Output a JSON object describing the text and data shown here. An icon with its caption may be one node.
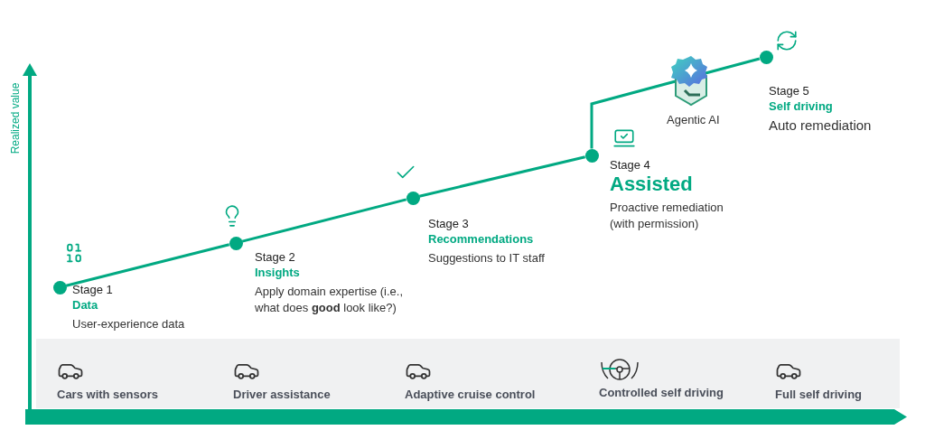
{
  "diagram": {
    "nodes": [
      {
        "text": [],
        "shape": "circle",
        "beside": [
          "Stage 1",
          "Data",
          "User-experience data"
        ]
      },
      {
        "text": [],
        "shape": "circle",
        "beside": [
          "Stage 2",
          "Insights",
          "Apply domain expertise (i.e., what does **good** look like?)"
        ]
      },
      {
        "text": [],
        "shape": "circle",
        "beside": [
          "Stage 3",
          "Recommendations",
          "Suggestions to IT staff"
        ]
      },
      {
        "text": [],
        "shape": "circle",
        "beside": [
          "Stage 4",
          "Assisted",
          "Proactive remediation (with permission)"
        ]
      },
      {
        "text": [],
        "shape": "circle",
        "beside": [
          "Stage 5",
          "Self driving",
          "Auto remediation"
        ]
      }
    ],
    "edges": [
      {
        "from": 0,
        "to": 1,
        "arrow": "none"
      },
      {
        "from": 1,
        "to": 2,
        "arrow": "none"
      },
      {
        "from": 2,
        "to": 3,
        "arrow": "none"
      },
      {
        "from": 3,
        "to": 4,
        "arrow": "none"
      }
    ],
    "labels": [
      "Realized value",
      "Agentic AI",
      "Cars with sensors",
      "Driver assistance",
      "Adaptive cruise control",
      "Controlled self driving",
      "Full self driving"
    ]
  }
}
